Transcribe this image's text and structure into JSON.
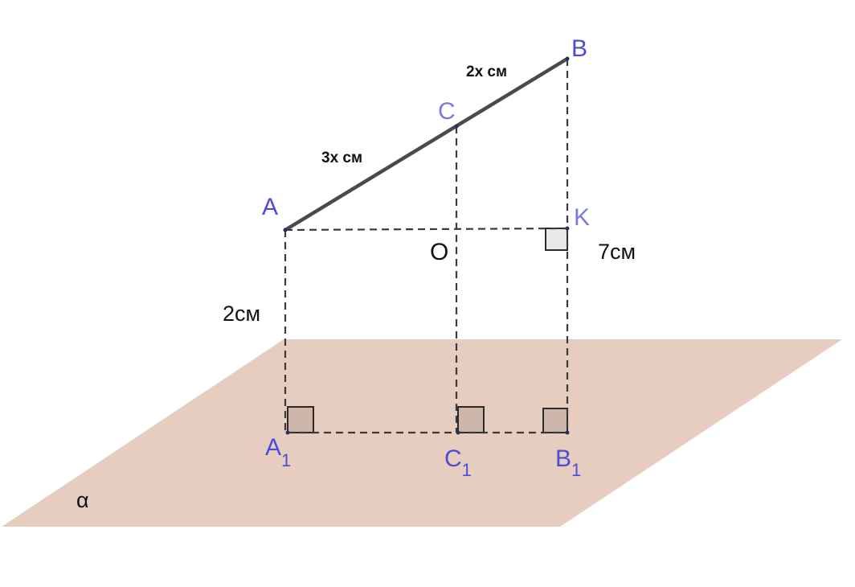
{
  "colors": {
    "plane_fill": "#e6cdc0",
    "label_primary": "#4b4bdc",
    "label_light": "#7a7ae0",
    "label_black": "#111111",
    "right_angle_on_plane": "#cfb6aa",
    "right_angle_in_air": "#e8e8e8"
  },
  "plane": {
    "label": "α"
  },
  "points": {
    "A": {
      "label": "A"
    },
    "B": {
      "label": "B"
    },
    "C": {
      "label": "C"
    },
    "K": {
      "label": "K"
    },
    "O": {
      "label": "O"
    },
    "A1": {
      "label": "A",
      "subscript": "1"
    },
    "C1": {
      "label": "C",
      "subscript": "1"
    },
    "B1": {
      "label": "B",
      "subscript": "1"
    }
  },
  "lengths": {
    "AC": "3x см",
    "CB": "2x см",
    "AA1": "2см",
    "BB1": "7см"
  }
}
